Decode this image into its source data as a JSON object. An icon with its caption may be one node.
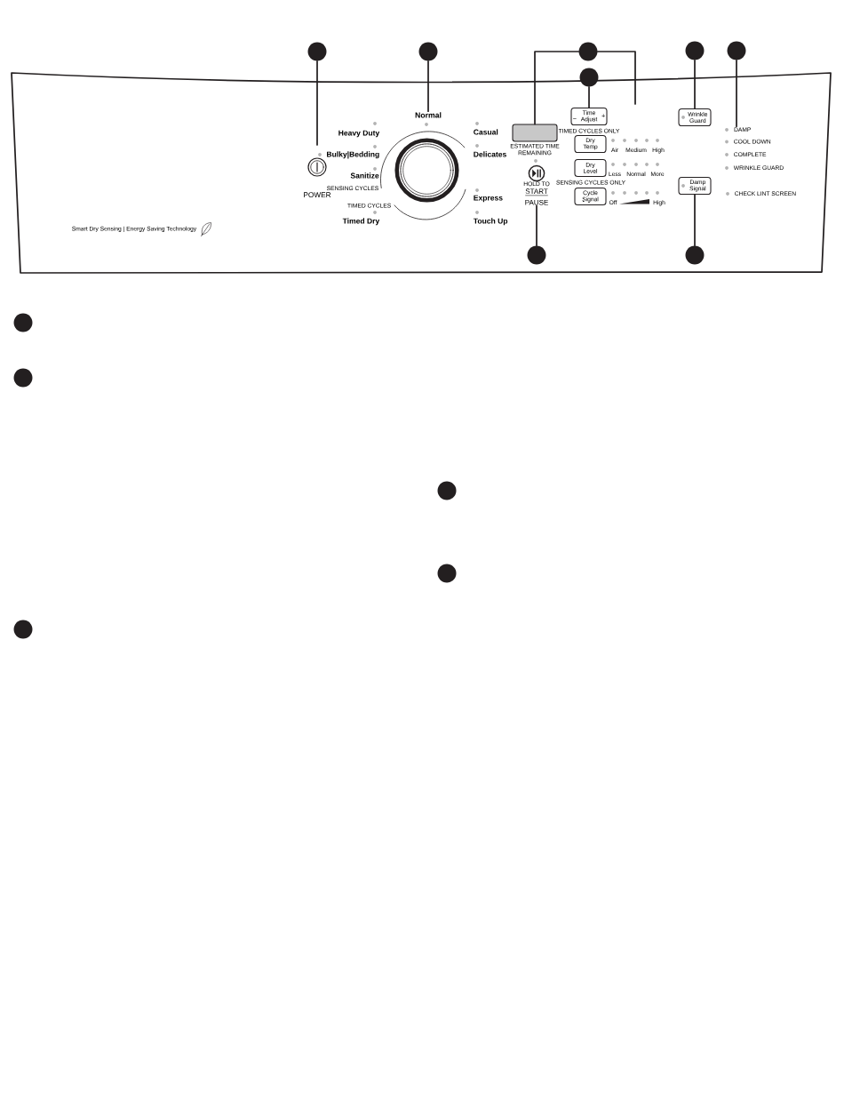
{
  "diagram": {
    "nodes": [
      {
        "text": [],
        "shape": "circle"
      },
      {
        "text": [],
        "shape": "circle"
      },
      {
        "text": [],
        "shape": "circle"
      },
      {
        "text": [],
        "shape": "circle"
      },
      {
        "text": [],
        "shape": "circle"
      },
      {
        "text": [],
        "shape": "circle"
      },
      {
        "text": [
          "Normal"
        ]
      },
      {
        "text": [],
        "shape": "box",
        "beside": [
          "ESTIMATED TIME REMAINING"
        ]
      },
      {
        "text": [
          "HOLD TO",
          "START",
          "PAUSE"
        ]
      },
      {
        "text": [
          "−",
          "Time Adjust",
          "+"
        ],
        "beside": [
          "TIMED CYCLES ONLY"
        ]
      },
      {
        "text": [
          "Dry Temp"
        ]
      },
      {
        "text": [
          "Dry Level"
        ],
        "beside": [
          "SENSING CYCLES ONLY"
        ]
      },
      {
        "text": [
          "Cycle Signal"
        ]
      },
      {
        "text": [
          "Wrinkle Guard"
        ]
      },
      {
        "text": [
          "Damp Signal"
        ]
      },
      {
        "text": [
          "DAMP"
        ]
      },
      {
        "text": [],
        "shape": "circle"
      },
      {
        "text": [],
        "shape": "circle"
      },
      {
        "text": [],
        "shape": "circle"
      },
      {
        "text": [],
        "shape": "circle"
      },
      {
        "text": [],
        "shape": "circle"
      },
      {
        "text": [],
        "shape": "circle"
      },
      {
        "text": [],
        "shape": "circle"
      }
    ],
    "edges": [
      {
        "from": 0,
        "to": null,
        "arrow": "none"
      },
      {
        "from": 1,
        "to": 6,
        "arrow": "none"
      },
      {
        "from": 2,
        "to": 7,
        "arrow": "none"
      },
      {
        "from": 2,
        "to": null,
        "arrow": "none"
      },
      {
        "from": 5,
        "to": 9,
        "arrow": "none"
      },
      {
        "from": 3,
        "to": 13,
        "arrow": "none"
      },
      {
        "from": 4,
        "to": 15,
        "arrow": "none"
      },
      {
        "from": 16,
        "to": 8,
        "arrow": "none"
      },
      {
        "from": 17,
        "to": 14,
        "arrow": "none"
      }
    ],
    "labels": [
      "POWER",
      "Heavy Duty",
      "Bulky|Bedding",
      "Sanitize",
      "SENSING CYCLES",
      "TIMED CYCLES",
      "Timed Dry",
      "Casual",
      "Delicates",
      "Express",
      "Touch Up",
      "Air",
      "Medium",
      "High",
      "Less",
      "Normal",
      "More",
      "Off",
      "High",
      "COOL DOWN",
      "COMPLETE",
      "WRINKLE GUARD",
      "CHECK LINT SCREEN",
      "Smart Dry Sensing | Energy Saving Technology"
    ]
  }
}
